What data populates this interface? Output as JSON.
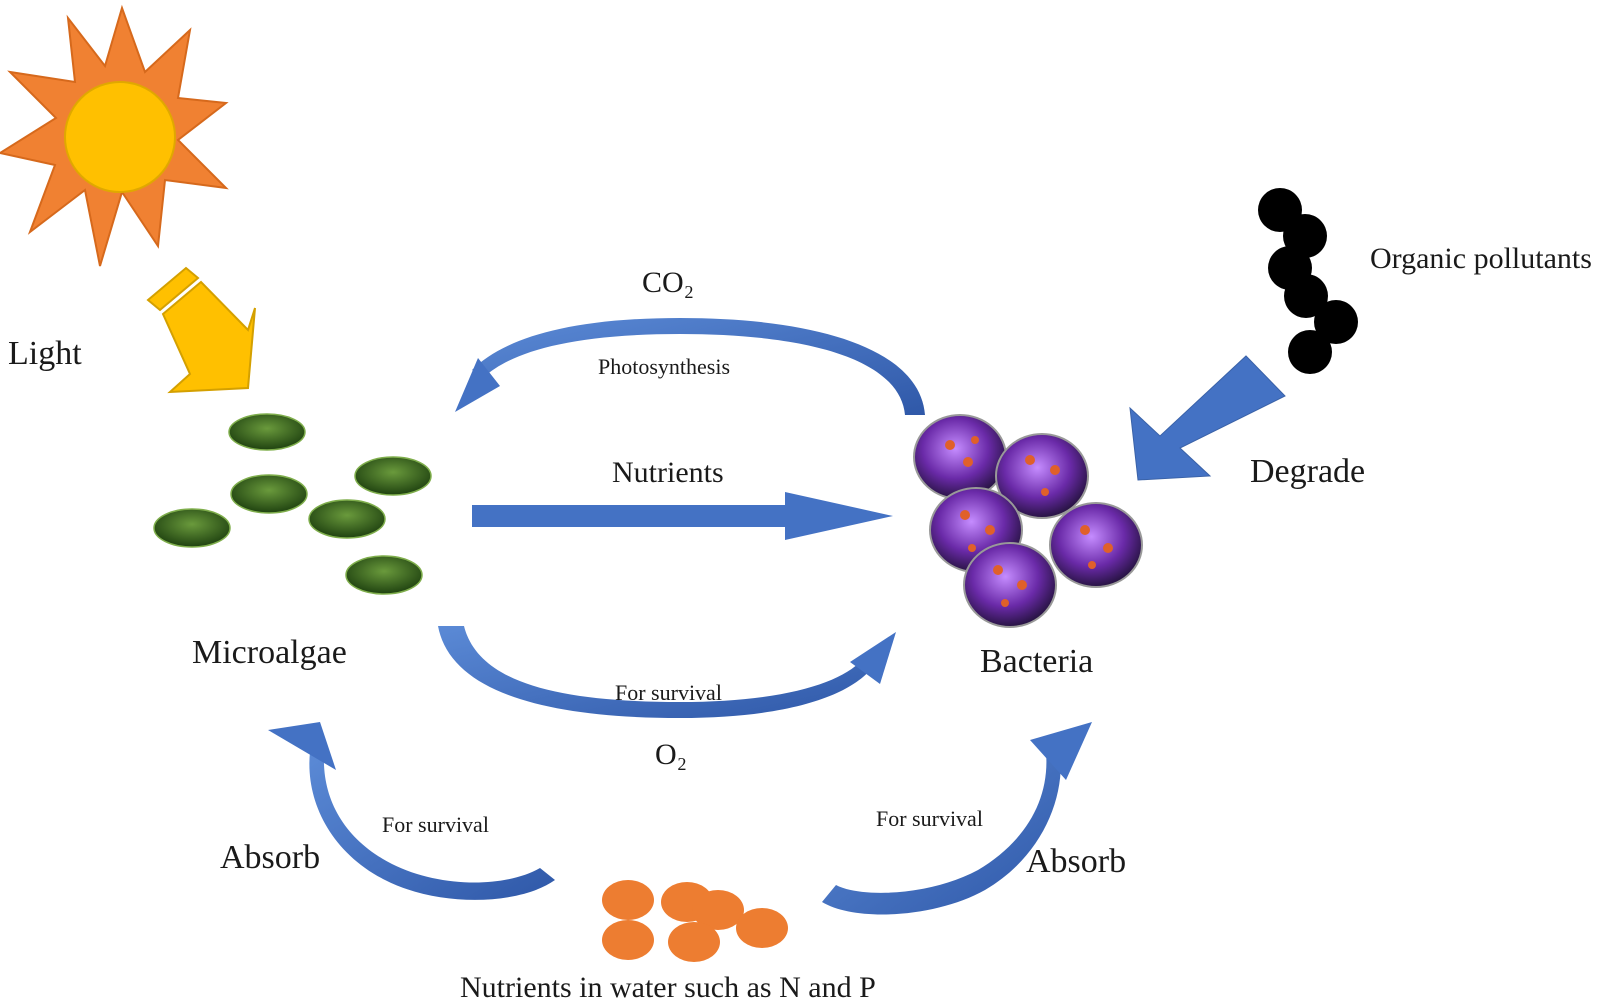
{
  "labels": {
    "light": "Light",
    "co2": "CO₂",
    "photosynthesis": "Photosynthesis",
    "nutrients": "Nutrients",
    "microalgae": "Microalgae",
    "bacteria": "Bacteria",
    "for_survival_top": "For survival",
    "o2": "O₂",
    "organic_pollutants": "Organic pollutants",
    "degrade": "Degrade",
    "for_survival_left": "For survival",
    "for_survival_right": "For survival",
    "absorb_left": "Absorb",
    "absorb_right": "Absorb",
    "nutrients_water": "Nutrients in water such as N and P"
  },
  "colors": {
    "sun_rays": "#f08132",
    "sun_core": "#ffc000",
    "light_arrow": "#ffc000",
    "algae": "#3c6e1e",
    "bacteria": "#8a3fc4",
    "arrow_blue": "#4472c4",
    "pollutant": "#000000",
    "nutrient_dots": "#ed7d31"
  }
}
